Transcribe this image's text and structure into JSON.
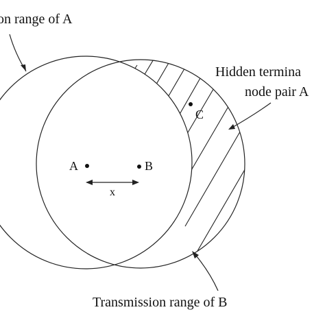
{
  "diagram": {
    "label_range_a": "on range of A",
    "label_hidden_line1": "Hidden termina",
    "label_hidden_line2": "node pair A",
    "label_range_b": "Transmission range of B",
    "node_a": "A",
    "node_b": "B",
    "node_c": "C",
    "distance_label": "x"
  }
}
